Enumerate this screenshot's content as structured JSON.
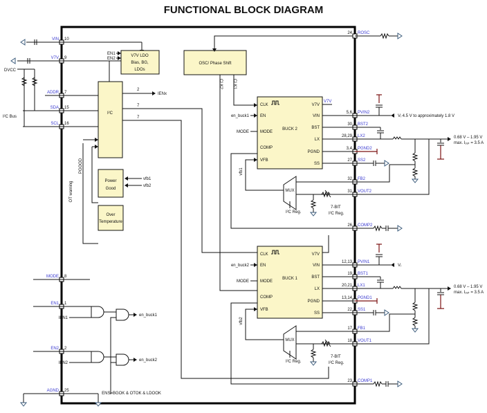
{
  "title": "FUNCTIONAL BLOCK DIAGRAM",
  "left_pins": [
    {
      "name": "VIN",
      "num": "10"
    },
    {
      "name": "V7V",
      "num": "9"
    },
    {
      "name": "ADDR",
      "num": "7"
    },
    {
      "name": "SDA",
      "num": "15"
    },
    {
      "name": "SCL",
      "num": "16"
    },
    {
      "name": "MODE",
      "num": "8"
    },
    {
      "name": "EN1",
      "num": "1"
    },
    {
      "name": "EN2",
      "num": "2"
    },
    {
      "name": "AGND",
      "num": "25"
    }
  ],
  "right_pins": [
    {
      "name": "ROSC",
      "num": "24"
    },
    {
      "name": "PVIN2",
      "num": "5,6"
    },
    {
      "name": "BST2",
      "num": "30"
    },
    {
      "name": "LX2",
      "num": "28,29"
    },
    {
      "name": "PGND2",
      "num": "3,4"
    },
    {
      "name": "SS2",
      "num": "27"
    },
    {
      "name": "FB2",
      "num": "32"
    },
    {
      "name": "VOUT2",
      "num": "31"
    },
    {
      "name": "COMP2",
      "num": "26"
    },
    {
      "name": "PVIN1",
      "num": "12,13"
    },
    {
      "name": "BST1",
      "num": "19"
    },
    {
      "name": "LX1",
      "num": "20,21"
    },
    {
      "name": "PGND1",
      "num": "13,14"
    },
    {
      "name": "SS1",
      "num": "22"
    },
    {
      "name": "FB1",
      "num": "17"
    },
    {
      "name": "VOUT1",
      "num": "18"
    },
    {
      "name": "COMP1",
      "num": "23"
    }
  ],
  "external": {
    "dvcc": "DVCC",
    "i2c_bus": "I²C Bus",
    "vin_note": "Vᵢ  4.5 V to approximately 1.8 V",
    "vi": "Vᵢ",
    "vout_range": "0.68 V – 1.95 V",
    "vout_max": "max. Iₒᵤₜ = 3.5 A"
  },
  "blocks": {
    "ldo": [
      "V7V LDO",
      "Bias, BG,",
      "LDOs"
    ],
    "ldo_en1": "EN1",
    "ldo_en2": "EN2",
    "osc": "OSC/ Phase Shift",
    "i2c": "I²C",
    "power_good": [
      "Power",
      "Good"
    ],
    "over_temp": [
      "Over",
      "Temperature"
    ],
    "buck2": "BUCK 2",
    "buck1": "BUCK 1",
    "mux": "MUX"
  },
  "buck_pins_left": [
    "CLK",
    "EN",
    "MODE",
    "COMP",
    "VFB"
  ],
  "buck_pins_right": [
    "V7V",
    "VIN",
    "BST",
    "LX",
    "PGND",
    "SS"
  ],
  "signals": {
    "ienx": "IENx",
    "bus2": "2",
    "bus7a": "7",
    "bus7b": "7",
    "clk1": "CLK1",
    "clk2": "CLK2",
    "en_buck1": "en_buck1",
    "en_buck2": "en_buck2",
    "mode": "MODE",
    "v7v": "V7V",
    "vfb1": "vfb1",
    "vfb2": "vfb2",
    "vfb1_in": "vfb1",
    "vfb2_in": "vfb2",
    "pgood": "PGOOD",
    "ot_warning": "OT warning",
    "i2c_reg": "I²C Reg.",
    "bit7": "7-BIT",
    "i2c_reg2": "I²C Reg.",
    "ien1": "IEN1",
    "ien2": "IEN2",
    "ens": "ENS=BGOK & OTOK & LDOOK"
  },
  "colors": {
    "block_fill": "#fbf6c8",
    "pin_label": "#3a3ad0",
    "ground_cap": "#7a1010"
  }
}
